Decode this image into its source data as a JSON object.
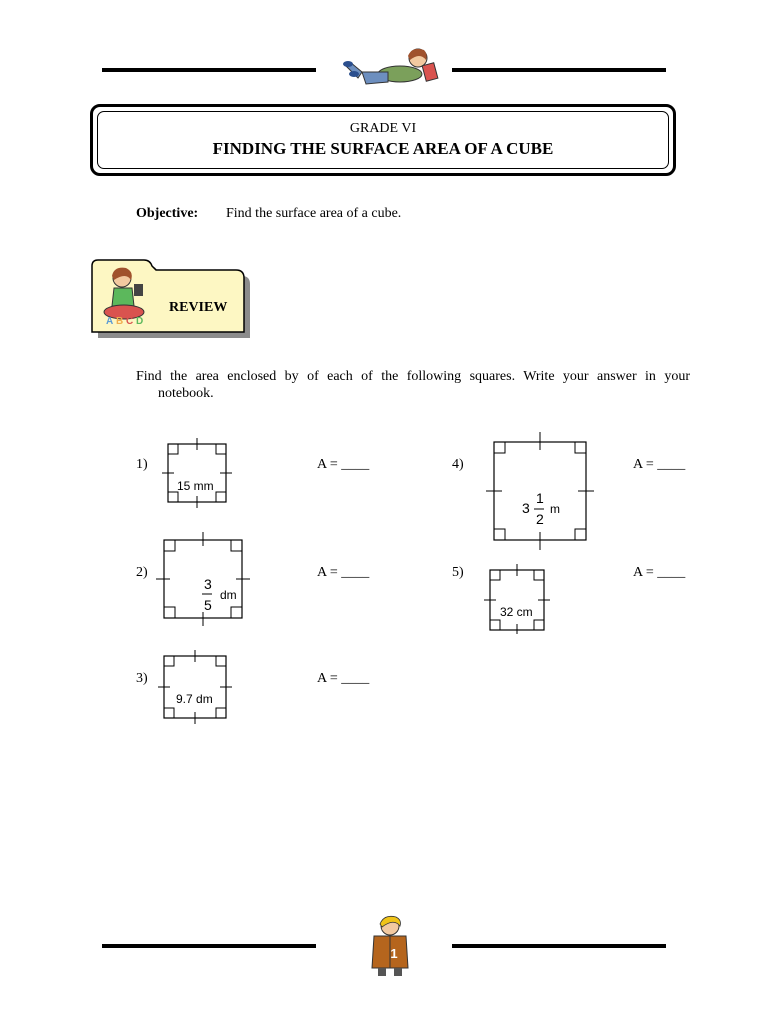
{
  "header": {
    "grade": "GRADE VI",
    "title": "FINDING THE SURFACE AREA OF A CUBE"
  },
  "objective": {
    "label": "Objective:",
    "text": "Find the surface area of a cube."
  },
  "review": {
    "label": "REVIEW"
  },
  "instructions": {
    "line1": "Find the area enclosed by of each of the following squares.  Write your answer in your",
    "line2": "notebook."
  },
  "problems": [
    {
      "number": "1)",
      "label": "15 mm",
      "answer": "A = ____"
    },
    {
      "number": "2)",
      "whole": "",
      "numerator": "3",
      "denominator": "5",
      "unit": "dm",
      "answer": "A = ____"
    },
    {
      "number": "3)",
      "label": "9.7 dm",
      "answer": "A = ____"
    },
    {
      "number": "4)",
      "whole": "3",
      "numerator": "1",
      "denominator": "2",
      "unit": "m",
      "answer": "A = ____"
    },
    {
      "number": "5)",
      "label": "32 cm",
      "answer": "A = ____"
    }
  ],
  "footer": {
    "page_number": "1"
  },
  "icons": [
    "girl-reading-lying-icon",
    "girl-writing-icon",
    "boy-reading-book-icon"
  ]
}
